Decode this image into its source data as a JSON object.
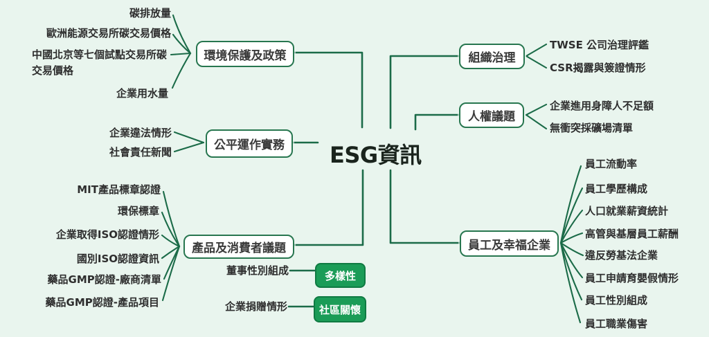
{
  "title": "ESG資訊",
  "colors": {
    "background": "#e9f5ee",
    "line": "#1b6b48",
    "node_border": "#27764f",
    "node_bg": "#ffffff",
    "node_text": "#3a3a3a",
    "leaf_text": "#2e2e2e",
    "title_text": "#1a241d",
    "highlight_bg": "#1b9c57",
    "highlight_border": "#0f7a42",
    "highlight_text": "#ffffff"
  },
  "left": {
    "environment": {
      "label": "環境保護及政策",
      "leaves": [
        "碳排放量",
        "歐洲能源交易所碳交易價格",
        "中國北京等七個試點交易所碳交易價格",
        "企業用水量"
      ]
    },
    "fair_practice": {
      "label": "公平運作實務",
      "leaves": [
        "企業違法情形",
        "社會責任新聞"
      ]
    },
    "product_consumer": {
      "label": "產品及消費者議題",
      "leaves": [
        "MIT產品標章認證",
        "環保標章",
        "企業取得ISO認證情形",
        "國別ISO認證資訊",
        "藥品GMP認證-廠商清單",
        "藥品GMP認證-產品項目"
      ]
    },
    "diversity": {
      "leaf": "董事性別組成",
      "tag": "多樣性"
    },
    "community_care": {
      "leaf": "企業捐贈情形",
      "tag": "社區關懷"
    }
  },
  "right": {
    "governance": {
      "label": "組織治理",
      "leaves": [
        "TWSE 公司治理評鑑",
        "CSR揭露與簽證情形"
      ]
    },
    "human_rights": {
      "label": "人權議題",
      "leaves": [
        "企業進用身障人不足額",
        "無衝突採礦場清單"
      ]
    },
    "employee_wellbeing": {
      "label": "員工及幸福企業",
      "leaves": [
        "員工流動率",
        "員工學歷構成",
        "人口就業薪資統計",
        "高管與基層員工薪酬",
        "違反勞基法企業",
        "員工申請育嬰假情形",
        "員工性別組成",
        "員工職業傷害"
      ]
    }
  }
}
